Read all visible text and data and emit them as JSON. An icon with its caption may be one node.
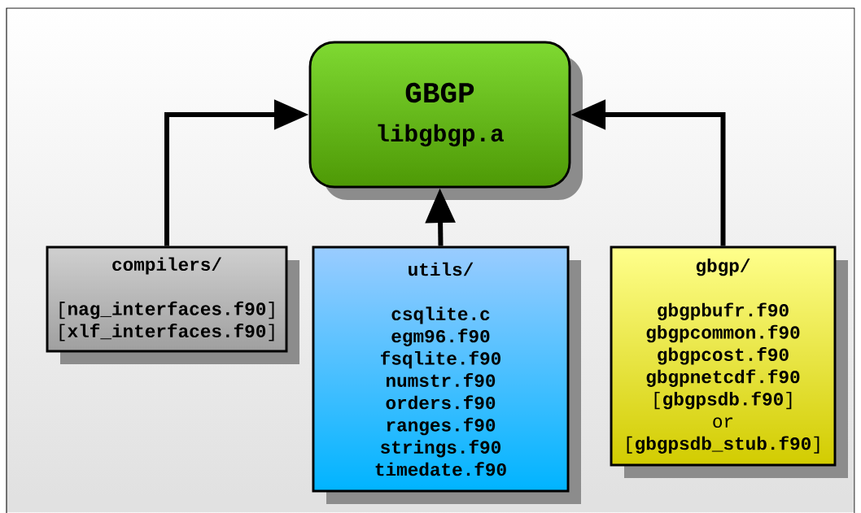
{
  "diagram": {
    "nodes": [
      {
        "text": [
          "GBGP",
          "libgbgp.a"
        ]
      },
      {
        "text": [
          "compilers/",
          "[**nag_interfaces.f90**]",
          "[**xlf_interfaces.f90**]"
        ]
      },
      {
        "text": [
          "utils/",
          "csqlite.c",
          "egm96.f90",
          "fsqlite.f90",
          "numstr.f90",
          "orders.f90",
          "ranges.f90",
          "strings.f90",
          "timedate.f90"
        ]
      },
      {
        "text": [
          "gbgp/",
          "gbgpbufr.f90",
          "gbgpcommon.f90",
          "gbgpcost.f90",
          "gbgpnetcdf.f90",
          "[**gbgpsdb.f90**]",
          "or",
          "[**gbgpsdb_stub.f90**]"
        ]
      }
    ],
    "edges": [
      {
        "from": 1,
        "to": 0,
        "arrow": "to"
      },
      {
        "from": 2,
        "to": 0,
        "arrow": "to"
      },
      {
        "from": 3,
        "to": 0,
        "arrow": "to"
      }
    ]
  }
}
